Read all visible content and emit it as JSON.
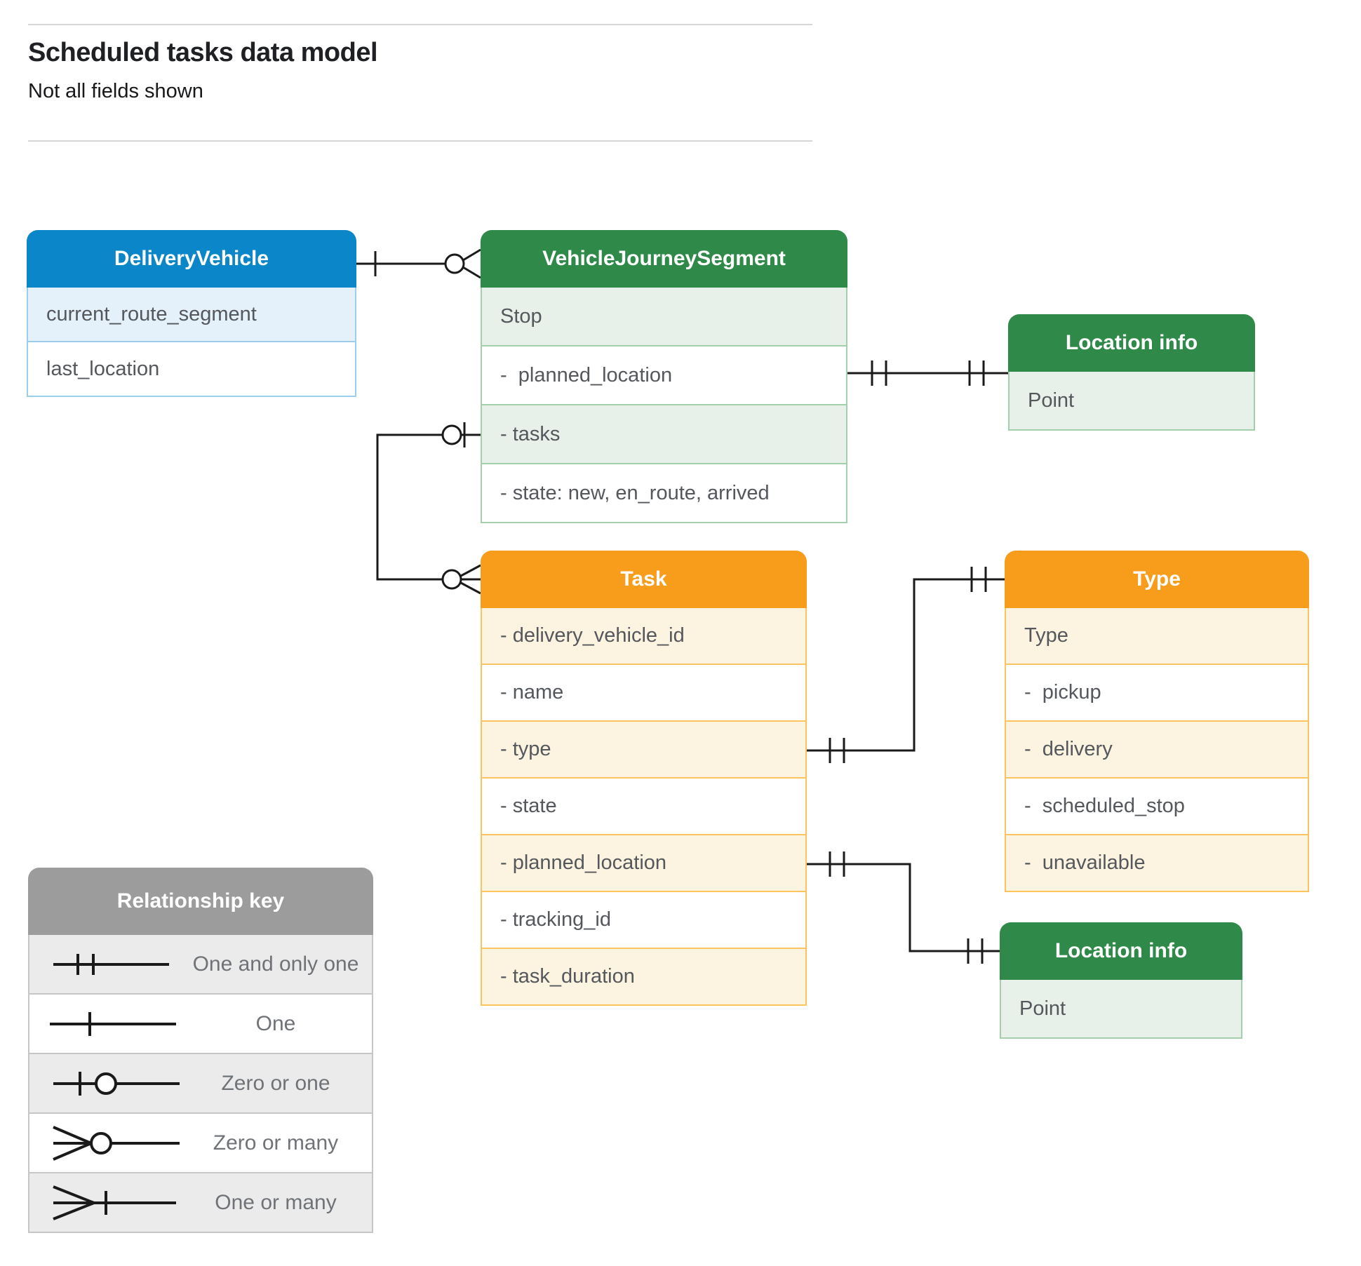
{
  "header": {
    "title": "Scheduled tasks data model",
    "subtitle": "Not all fields shown"
  },
  "entities": {
    "delivery_vehicle": {
      "title": "DeliveryVehicle",
      "rows": [
        "current_route_segment",
        "last_location"
      ]
    },
    "vehicle_journey_segment": {
      "title": "VehicleJourneySegment",
      "rows": [
        "Stop",
        "-  planned_location",
        "- tasks",
        "- state: new, en_route, arrived"
      ]
    },
    "location_info_top": {
      "title": "Location info",
      "rows": [
        "Point"
      ]
    },
    "task": {
      "title": "Task",
      "rows": [
        "- delivery_vehicle_id",
        "- name",
        "- type",
        "- state",
        "- planned_location",
        "- tracking_id",
        "- task_duration"
      ]
    },
    "type": {
      "title": "Type",
      "rows": [
        "Type",
        "-  pickup",
        "-  delivery",
        "-  scheduled_stop",
        "-  unavailable"
      ]
    },
    "location_info_bottom": {
      "title": "Location info",
      "rows": [
        "Point"
      ]
    }
  },
  "legend": {
    "title": "Relationship key",
    "items": [
      {
        "symbol": "one-and-only-one",
        "label": "One and only one"
      },
      {
        "symbol": "one",
        "label": "One"
      },
      {
        "symbol": "zero-or-one",
        "label": "Zero or one"
      },
      {
        "symbol": "zero-or-many",
        "label": "Zero or many"
      },
      {
        "symbol": "one-or-many",
        "label": "One or many"
      }
    ]
  },
  "relationships": [
    {
      "from": "DeliveryVehicle",
      "from_end": "one",
      "to": "VehicleJourneySegment",
      "to_end": "zero-or-many"
    },
    {
      "from": "VehicleJourneySegment.planned_location",
      "from_end": "one-and-only-one",
      "to": "Location info",
      "to_end": "one-and-only-one"
    },
    {
      "from": "VehicleJourneySegment.tasks",
      "from_end": "zero-or-one",
      "to": "Task",
      "to_end": "zero-or-many"
    },
    {
      "from": "Task.type",
      "from_end": "one-and-only-one",
      "to": "Type",
      "to_end": "one-and-only-one"
    },
    {
      "from": "Task.planned_location",
      "from_end": "one-and-only-one",
      "to": "Location info",
      "to_end": "one-and-only-one"
    }
  ],
  "colors": {
    "blue_header": "#0b86c8",
    "blue_row": "#e4f0fa",
    "green_header": "#2f8a49",
    "green_row": "#e7f1e9",
    "orange_header": "#f89c1c",
    "orange_row": "#fdf3e1",
    "gray_header": "#9c9c9c",
    "gray_row": "#ebebeb",
    "connector": "#1a1a1a"
  }
}
